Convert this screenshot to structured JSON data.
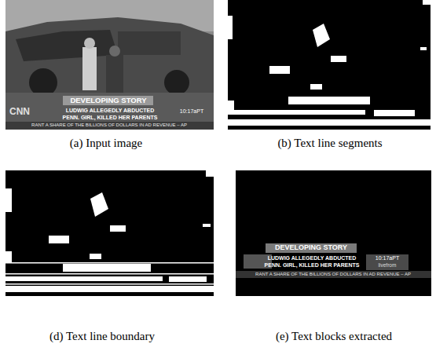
{
  "diagram": {
    "labels": [
      "DEVELOPING STORY",
      "CNN",
      "LUDWIG ALLEGEDLY ABDUCTED",
      "PENN. GIRL, KILLED HER PARENTS",
      "10:17aPT",
      "RANT A SHARE OF THE BILLIONS OF DOLLARS IN AD REVENUE – AP",
      "(a) Input image",
      "(b) Text line segments",
      "(d) Text line boundary",
      "(e) Text blocks extracted",
      "DEVELOPING STORY",
      "LUDWIG ALLEGEDLY ABDUCTED",
      "PENN. GIRL, KILLED HER PARENTS",
      "10:17aPT",
      "livefrom",
      "RANT A SHARE OF THE BILLIONS OF DOLLARS IN AD REVENUE – AP"
    ]
  }
}
